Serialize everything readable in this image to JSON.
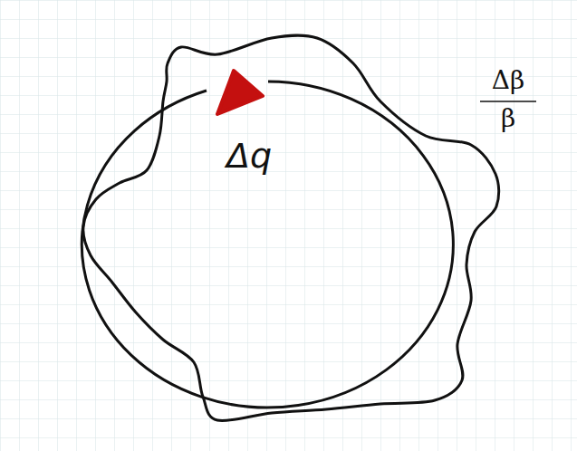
{
  "diagram": {
    "labels": [
      "Δq",
      "Δβ",
      "β"
    ]
  }
}
